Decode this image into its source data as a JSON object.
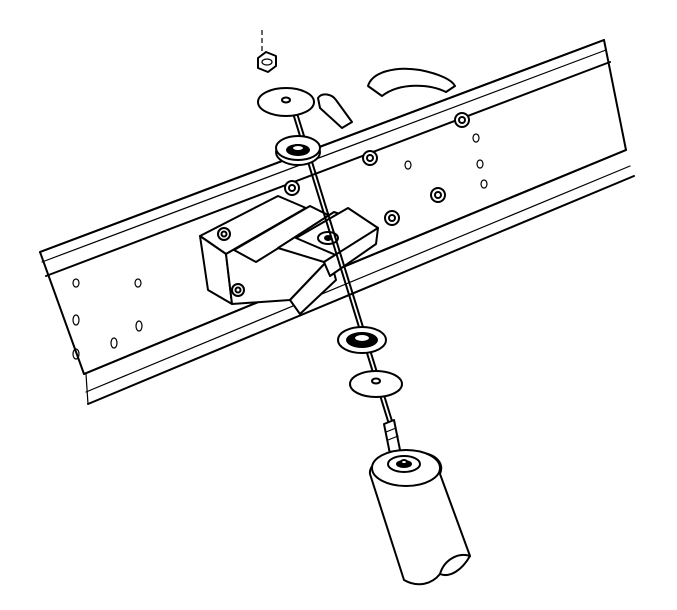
{
  "diagram": {
    "line_color": "#000000",
    "background": "#ffffff",
    "parts": [
      {
        "name": "nut"
      },
      {
        "name": "upper-washer"
      },
      {
        "name": "upper-bushing"
      },
      {
        "name": "frame-rail"
      },
      {
        "name": "mounting-bracket"
      },
      {
        "name": "lower-bushing"
      },
      {
        "name": "lower-washer"
      },
      {
        "name": "shock-absorber"
      }
    ]
  }
}
